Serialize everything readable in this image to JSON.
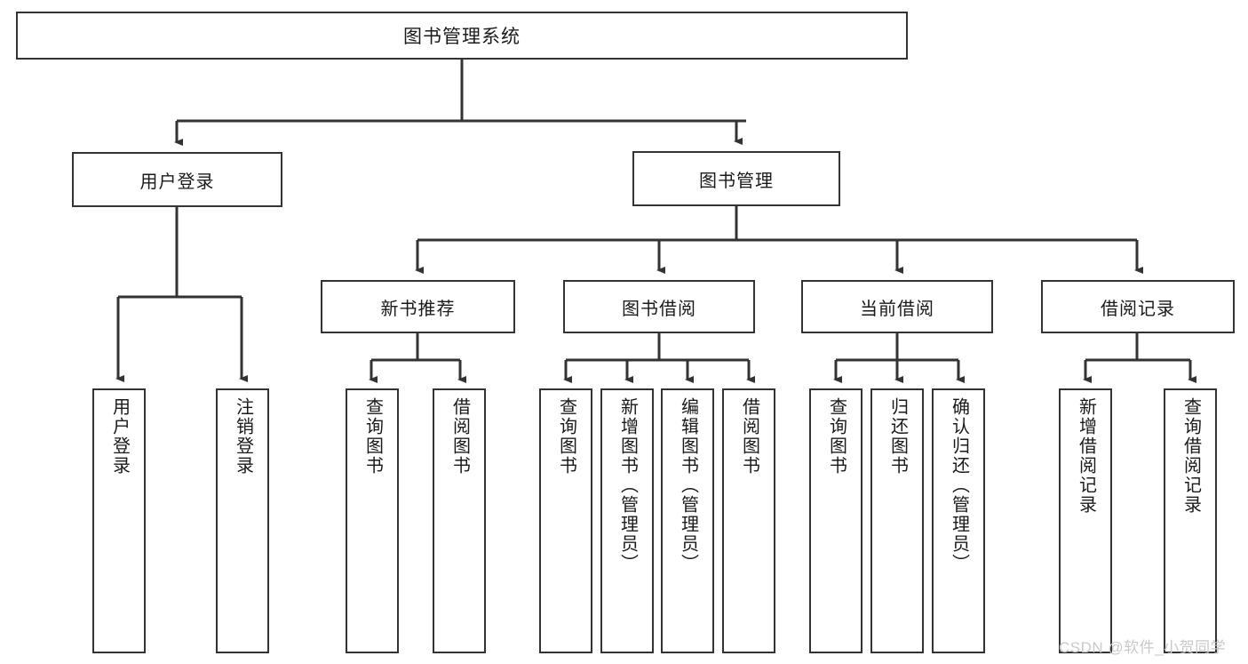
{
  "diagram": {
    "title": "图书管理系统",
    "type": "hierarchy-tree",
    "watermark": "CSDN @软件_小贺同学",
    "colors": {
      "box_border": "#333333",
      "box_fill": "#ffffff",
      "connector": "#333333",
      "text": "#1a1a1a",
      "watermark": "#c9c9c9",
      "background": "#ffffff"
    },
    "root": {
      "label": "图书管理系统"
    },
    "level1": [
      {
        "label": "用户登录"
      },
      {
        "label": "图书管理"
      }
    ],
    "level2": [
      {
        "label": "新书推荐"
      },
      {
        "label": "图书借阅"
      },
      {
        "label": "当前借阅"
      },
      {
        "label": "借阅记录"
      }
    ],
    "leaves": {
      "user_login": [
        {
          "label": "用户登录"
        },
        {
          "label": "注销登录"
        }
      ],
      "new_book_recommend": [
        {
          "label": "查询图书"
        },
        {
          "label": "借阅图书"
        }
      ],
      "book_borrow": [
        {
          "label": "查询图书"
        },
        {
          "label": "新增图书（管理员）"
        },
        {
          "label": "编辑图书（管理员）"
        },
        {
          "label": "借阅图书"
        }
      ],
      "current_borrow": [
        {
          "label": "查询图书"
        },
        {
          "label": "归还图书"
        },
        {
          "label": "确认归还（管理员）"
        }
      ],
      "borrow_record": [
        {
          "label": "新增借阅记录"
        },
        {
          "label": "查询借阅记录"
        }
      ]
    }
  }
}
